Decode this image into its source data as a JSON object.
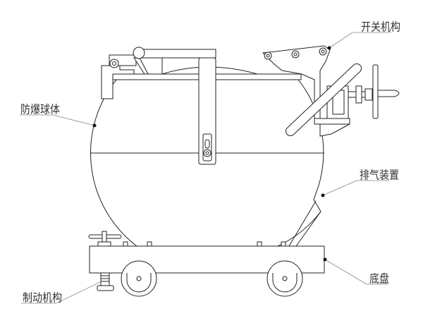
{
  "labels": {
    "switch_mechanism": "开关机构",
    "explosion_proof_sphere": "防爆球体",
    "exhaust_device": "排气装置",
    "chassis": "底盘",
    "brake_mechanism": "制动机构"
  }
}
